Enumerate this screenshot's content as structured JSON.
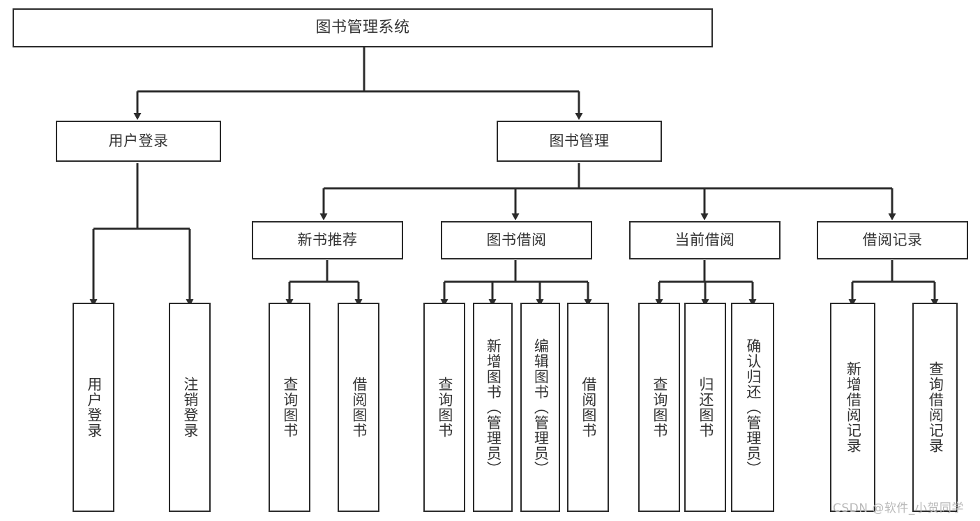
{
  "diagram": {
    "title": "图书管理系统",
    "type": "tree-hierarchy-diagram",
    "stroke_color": "#2b2b2b",
    "text_color": "#333333",
    "background_color": "#ffffff"
  },
  "nodes": {
    "root": {
      "label": "图书管理系统"
    },
    "level2": [
      {
        "label": "用户登录"
      },
      {
        "label": "图书管理"
      }
    ],
    "level3": [
      {
        "label": "新书推荐"
      },
      {
        "label": "图书借阅"
      },
      {
        "label": "当前借阅"
      },
      {
        "label": "借阅记录"
      }
    ],
    "leaves": {
      "user_login": [
        {
          "label": "用户登录"
        },
        {
          "label": "注销登录"
        }
      ],
      "new_book": [
        {
          "label": "查询图书"
        },
        {
          "label": "借阅图书"
        }
      ],
      "book_borrow": [
        {
          "label": "查询图书"
        },
        {
          "label": "新增图书（管理员）"
        },
        {
          "label": "编辑图书（管理员）"
        },
        {
          "label": "借阅图书"
        }
      ],
      "current_borrow": [
        {
          "label": "查询图书"
        },
        {
          "label": "归还图书"
        },
        {
          "label": "确认归还（管理员）"
        }
      ],
      "borrow_record": [
        {
          "label": "新增借阅记录"
        },
        {
          "label": "查询借阅记录"
        }
      ]
    }
  },
  "watermark": {
    "text": "CSDN @软件_小贺同学"
  }
}
